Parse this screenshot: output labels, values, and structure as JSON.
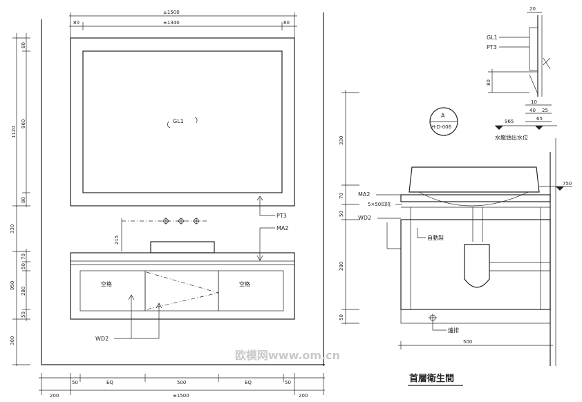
{
  "elevation": {
    "dim_total_width": "±1500",
    "dim_inner_width": "±1340",
    "dim_side_left": "80",
    "dim_side_right": "80",
    "dim_height_total": "1120",
    "dim_height_mirror_top": "80",
    "dim_height_mirror": "960",
    "dim_height_mirror_bottom": "80",
    "dim_330": "330",
    "dim_950": "950",
    "dim_stack_70": "70",
    "dim_stack_50": "50",
    "dim_stack_280": "280",
    "dim_stack_50b": "50",
    "dim_300": "300",
    "dim_215": "215",
    "mirror_label": "GL1",
    "label_pt3": "PT3",
    "label_ma2": "MA2",
    "label_wd2": "WD2",
    "drawer_left": "空格",
    "drawer_right": "空格",
    "bottom_dim_50a": "50",
    "bottom_dim_eq_a": "EQ",
    "bottom_dim_500": "500",
    "bottom_dim_eq_b": "EQ",
    "bottom_dim_50b": "50",
    "bottom_dim_200a": "200",
    "bottom_dim_total": "±1500",
    "bottom_dim_200b": "200"
  },
  "section": {
    "dim_330": "330",
    "dim_70": "70",
    "dim_50": "50",
    "dim_280": "280",
    "dim_50b": "50",
    "dim_500": "500",
    "level_750": "750",
    "label_ma2": "MA2",
    "label_5x50": "5×50凹坑",
    "label_wd2": "WD2",
    "label_auto": "自動製",
    "label_floor_drain": "爐排",
    "ref_letter": "A",
    "ref_sheet": "H-D-006",
    "title": "首層衛生間"
  },
  "detail": {
    "dim_20": "20",
    "label_gl1": "GL1",
    "label_pt3": "PT3",
    "dim_80": "80",
    "dim_10": "10",
    "dim_40": "40",
    "dim_25": "25",
    "dim_65": "65",
    "level_965": "965",
    "faucet_note": "水龍頭出水位"
  },
  "watermark": "欧模网www.om.cn"
}
